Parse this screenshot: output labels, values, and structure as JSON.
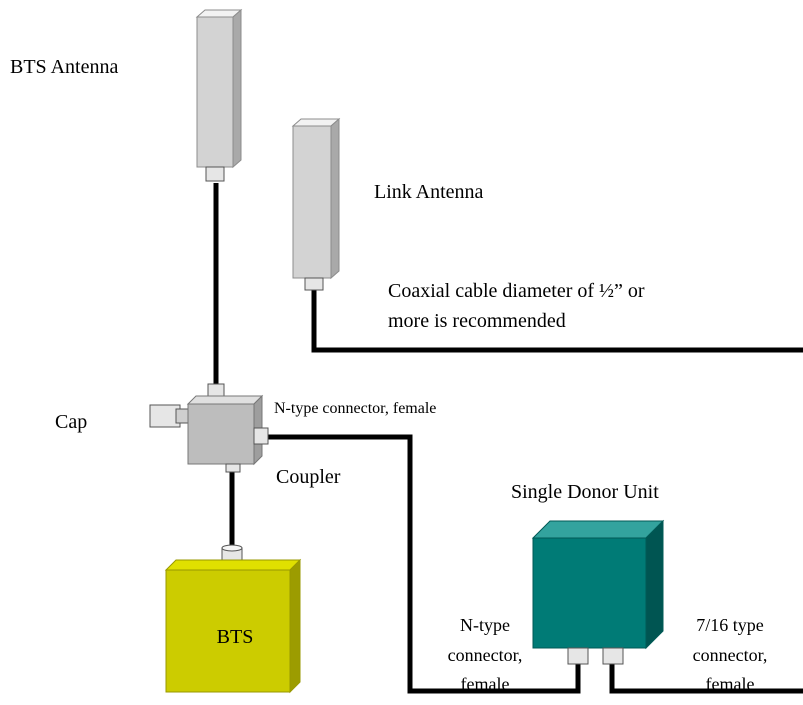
{
  "labels": {
    "bts_antenna": "BTS Antenna",
    "link_antenna": "Link Antenna",
    "cable_note_line1": "Coaxial cable diameter of ½” or",
    "cable_note_line2": "more is recommended",
    "cap": "Cap",
    "n_connector_top": "N-type connector, female",
    "coupler": "Coupler",
    "single_donor_unit": "Single Donor Unit",
    "bts": "BTS",
    "n_type_line1": "N-type",
    "n_type_line2": "connector,",
    "n_type_line3": "female",
    "seven16_line1": "7/16 type",
    "seven16_line2": "connector,",
    "seven16_line3": "female"
  },
  "colors": {
    "antenna": "#d3d3d3",
    "coupler": "#bdbdbd",
    "bts_box": "#cccc00",
    "donor_unit": "#007b76",
    "cable": "#000000"
  }
}
